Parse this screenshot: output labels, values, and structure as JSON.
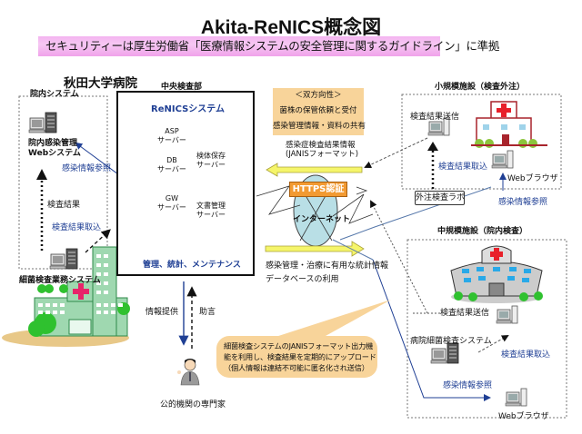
{
  "title": "Akita-ReNICS概念図",
  "banner": "セキュリティーは厚生労働省「医療情報システムの安全管理に関するガイドライン」に準拠",
  "colors": {
    "banner_pink": "#f4b4f0",
    "arrow_yellow": "#f5f56a",
    "https_orange": "#f29a32",
    "internet_blue": "#b9dfe6",
    "note_tan": "#f8d49a",
    "link_blue": "#1f3f94",
    "hospital_green": "#7fcf9a"
  },
  "akita_hospital": {
    "name": "秋田大学病院",
    "internal_system": {
      "label": "院内システム",
      "web_system": "院内感染管理\nWebシステム",
      "web_system_l1": "院内感染管理",
      "web_system_l2": "Webシステム",
      "infection_ref": "感染情報参照",
      "result": "検査結果",
      "result_import": "検査結果取込",
      "bacteria_system": "細菌検査業務システム"
    },
    "central_lab": {
      "label": "中央検査部",
      "system_name": "ReNICSシステム",
      "servers": [
        {
          "name": "ASP",
          "type": "サーバー"
        },
        {
          "name": "DB",
          "type": "サーバー"
        },
        {
          "name": "GW",
          "type": "サーバー"
        },
        {
          "name": "検体保存",
          "type": "サーバー"
        },
        {
          "name": "文書管理",
          "type": "サーバー"
        }
      ],
      "admin": "管理、統計、メンテナンス"
    }
  },
  "bidirectional": {
    "heading": "＜双方向性＞",
    "line1": "菌株の保管依頼と受付",
    "line2": "感染管理情報・資料の共有"
  },
  "janis_info": {
    "line1": "感染症検査結果情報",
    "line2": "(JANISフォーマット)"
  },
  "internet": {
    "https": "HTTPS認証",
    "label": "インターネット"
  },
  "statistics": {
    "line1": "感染管理・治療に有用な統計情報",
    "line2": "データベースの利用"
  },
  "expert": {
    "info_provide": "情報提供",
    "advice": "助言",
    "label": "公的機関の専門家"
  },
  "callout": {
    "line1": "細菌検査システムのJANISフォーマット出力機",
    "line2": "能を利用し、検査結果を定期的にアップロード",
    "line3": "（個人情報は連結不可能に匿名化され送信）"
  },
  "small_facility": {
    "label": "小規模施設（検査外注）",
    "result_send": "検査結果送信",
    "result_import": "検査結果取込",
    "web_browser": "Webブラウザ",
    "outsource_lab": "外注検査ラボ",
    "infection_ref": "感染情報参照"
  },
  "medium_facility": {
    "label": "中規模施設（院内検査）",
    "result_send": "検査結果送信",
    "bacteria_system": "病院細菌検査システム",
    "result_import": "検査結果取込",
    "infection_ref": "感染情報参照",
    "web_browser": "Webブラウザ"
  }
}
